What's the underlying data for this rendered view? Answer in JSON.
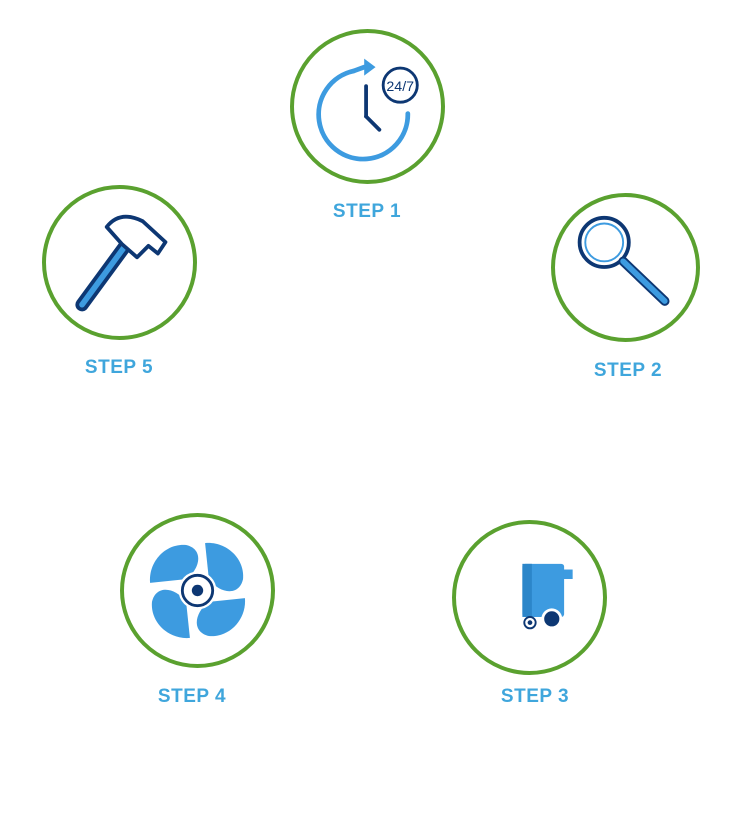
{
  "colors": {
    "circle_border": "#5aa12f",
    "label": "#3fa6dc",
    "icon_dark": "#0d3773",
    "icon_light": "#3d9be0"
  },
  "steps": [
    {
      "label": "STEP 1",
      "icon": "clock-24-7-icon",
      "icon_text": "24/7"
    },
    {
      "label": "STEP 2",
      "icon": "magnifying-glass-icon"
    },
    {
      "label": "STEP 3",
      "icon": "cart-unit-icon"
    },
    {
      "label": "STEP 4",
      "icon": "fan-icon"
    },
    {
      "label": "STEP 5",
      "icon": "hammer-icon"
    }
  ]
}
